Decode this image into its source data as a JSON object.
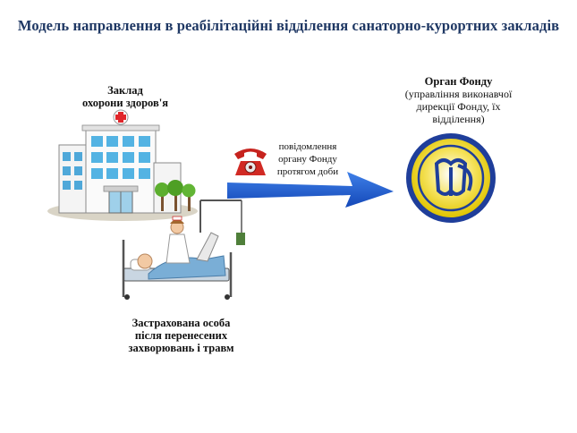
{
  "title": "Модель направлення в реабілітаційні відділення санаторно-курортних закладів",
  "hospital": {
    "label_line1": "Заклад",
    "label_line2": "охорони здоров'я"
  },
  "patient": {
    "label_line1": "Застрахована особа",
    "label_line2": "після перенесених",
    "label_line3": "захворювань і травм"
  },
  "fund": {
    "name": "Орган Фонду",
    "line1": "(управління виконавчої",
    "line2": "дирекції Фонду,  їх",
    "line3": "відділення)"
  },
  "notice": {
    "line1": "повідомлення",
    "line2": "органу Фонду",
    "line3": "протягом доби"
  },
  "colors": {
    "title": "#1f3864",
    "arrow": "#1f5bd6",
    "logo_ring": "#f0d400",
    "logo_inner": "#1f3e9a"
  },
  "icons": [
    "hospital-icon",
    "phone-icon",
    "patient-bed-icon",
    "fund-logo-icon",
    "arrow-icon"
  ]
}
